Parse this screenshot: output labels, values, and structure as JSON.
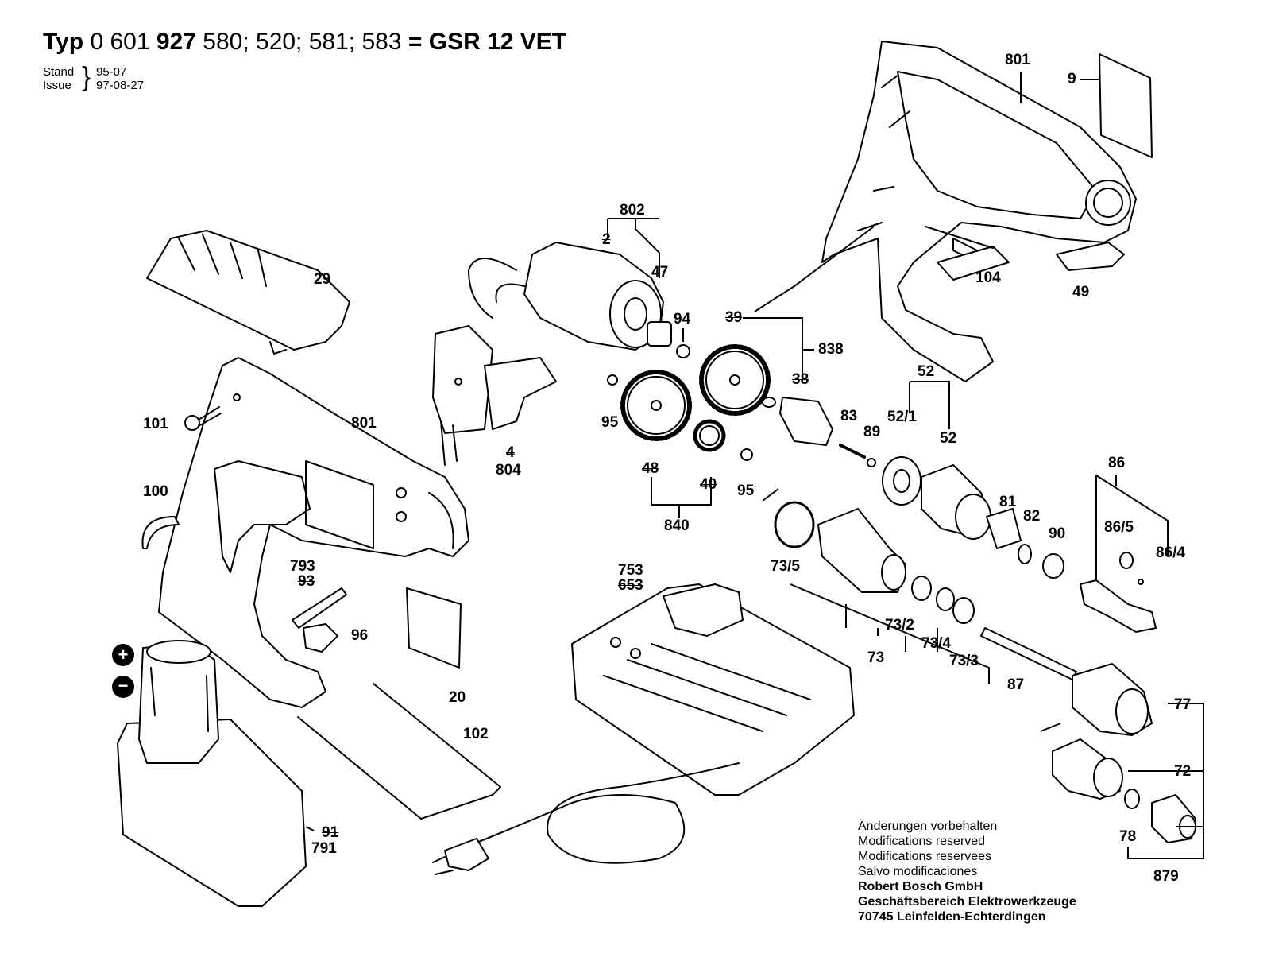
{
  "title": {
    "prefix": "Typ",
    "number_start": "0 601",
    "number_bold": "927",
    "variants": "580; 520; 581; 583",
    "equals": "=",
    "model": "GSR 12 VET"
  },
  "stand": {
    "label": "Stand",
    "value": "95-07"
  },
  "issue": {
    "label": "Issue",
    "value": "97-08-27"
  },
  "parts": [
    {
      "id": "801",
      "text": "801"
    },
    {
      "id": "9",
      "text": "9"
    },
    {
      "id": "802",
      "text": "802"
    },
    {
      "id": "2",
      "text": "2"
    },
    {
      "id": "47",
      "text": "47"
    },
    {
      "id": "29",
      "text": "29"
    },
    {
      "id": "94",
      "text": "94"
    },
    {
      "id": "39",
      "text": "39"
    },
    {
      "id": "838",
      "text": "838"
    },
    {
      "id": "104",
      "text": "104"
    },
    {
      "id": "49",
      "text": "49"
    },
    {
      "id": "52a",
      "text": "52"
    },
    {
      "id": "38",
      "text": "38"
    },
    {
      "id": "101",
      "text": "101"
    },
    {
      "id": "801b",
      "text": "801"
    },
    {
      "id": "95a",
      "text": "95"
    },
    {
      "id": "83",
      "text": "83"
    },
    {
      "id": "52-1",
      "text": "52/1"
    },
    {
      "id": "89",
      "text": "89"
    },
    {
      "id": "52b",
      "text": "52"
    },
    {
      "id": "804",
      "text": "804"
    },
    {
      "id": "4",
      "text": "4"
    },
    {
      "id": "48",
      "text": "48"
    },
    {
      "id": "40",
      "text": "40"
    },
    {
      "id": "95b",
      "text": "95"
    },
    {
      "id": "86",
      "text": "86"
    },
    {
      "id": "100",
      "text": "100"
    },
    {
      "id": "840",
      "text": "840"
    },
    {
      "id": "81",
      "text": "81"
    },
    {
      "id": "82",
      "text": "82"
    },
    {
      "id": "90",
      "text": "90"
    },
    {
      "id": "86-5",
      "text": "86/5"
    },
    {
      "id": "86-4",
      "text": "86/4"
    },
    {
      "id": "73-5",
      "text": "73/5"
    },
    {
      "id": "793",
      "text": "793"
    },
    {
      "id": "93",
      "text": "93"
    },
    {
      "id": "753",
      "text": "753"
    },
    {
      "id": "653",
      "text": "653"
    },
    {
      "id": "96",
      "text": "96"
    },
    {
      "id": "73-2",
      "text": "73/2"
    },
    {
      "id": "73-4",
      "text": "73/4"
    },
    {
      "id": "73-3",
      "text": "73/3"
    },
    {
      "id": "73",
      "text": "73"
    },
    {
      "id": "87",
      "text": "87"
    },
    {
      "id": "20",
      "text": "20"
    },
    {
      "id": "77",
      "text": "77"
    },
    {
      "id": "102",
      "text": "102"
    },
    {
      "id": "72",
      "text": "72"
    },
    {
      "id": "91",
      "text": "91"
    },
    {
      "id": "791",
      "text": "791"
    },
    {
      "id": "78",
      "text": "78"
    },
    {
      "id": "879",
      "text": "879"
    },
    {
      "id": "plus",
      "text": "+"
    },
    {
      "id": "minus",
      "text": "−"
    }
  ],
  "notes": [
    "Änderungen vorbehalten",
    "Modifications reserved",
    "Modifications reservees",
    "Salvo modificaciones"
  ],
  "company": [
    "Robert Bosch GmbH",
    "Geschäftsbereich Elektrowerkzeuge",
    "70745 Leinfelden-Echterdingen"
  ]
}
